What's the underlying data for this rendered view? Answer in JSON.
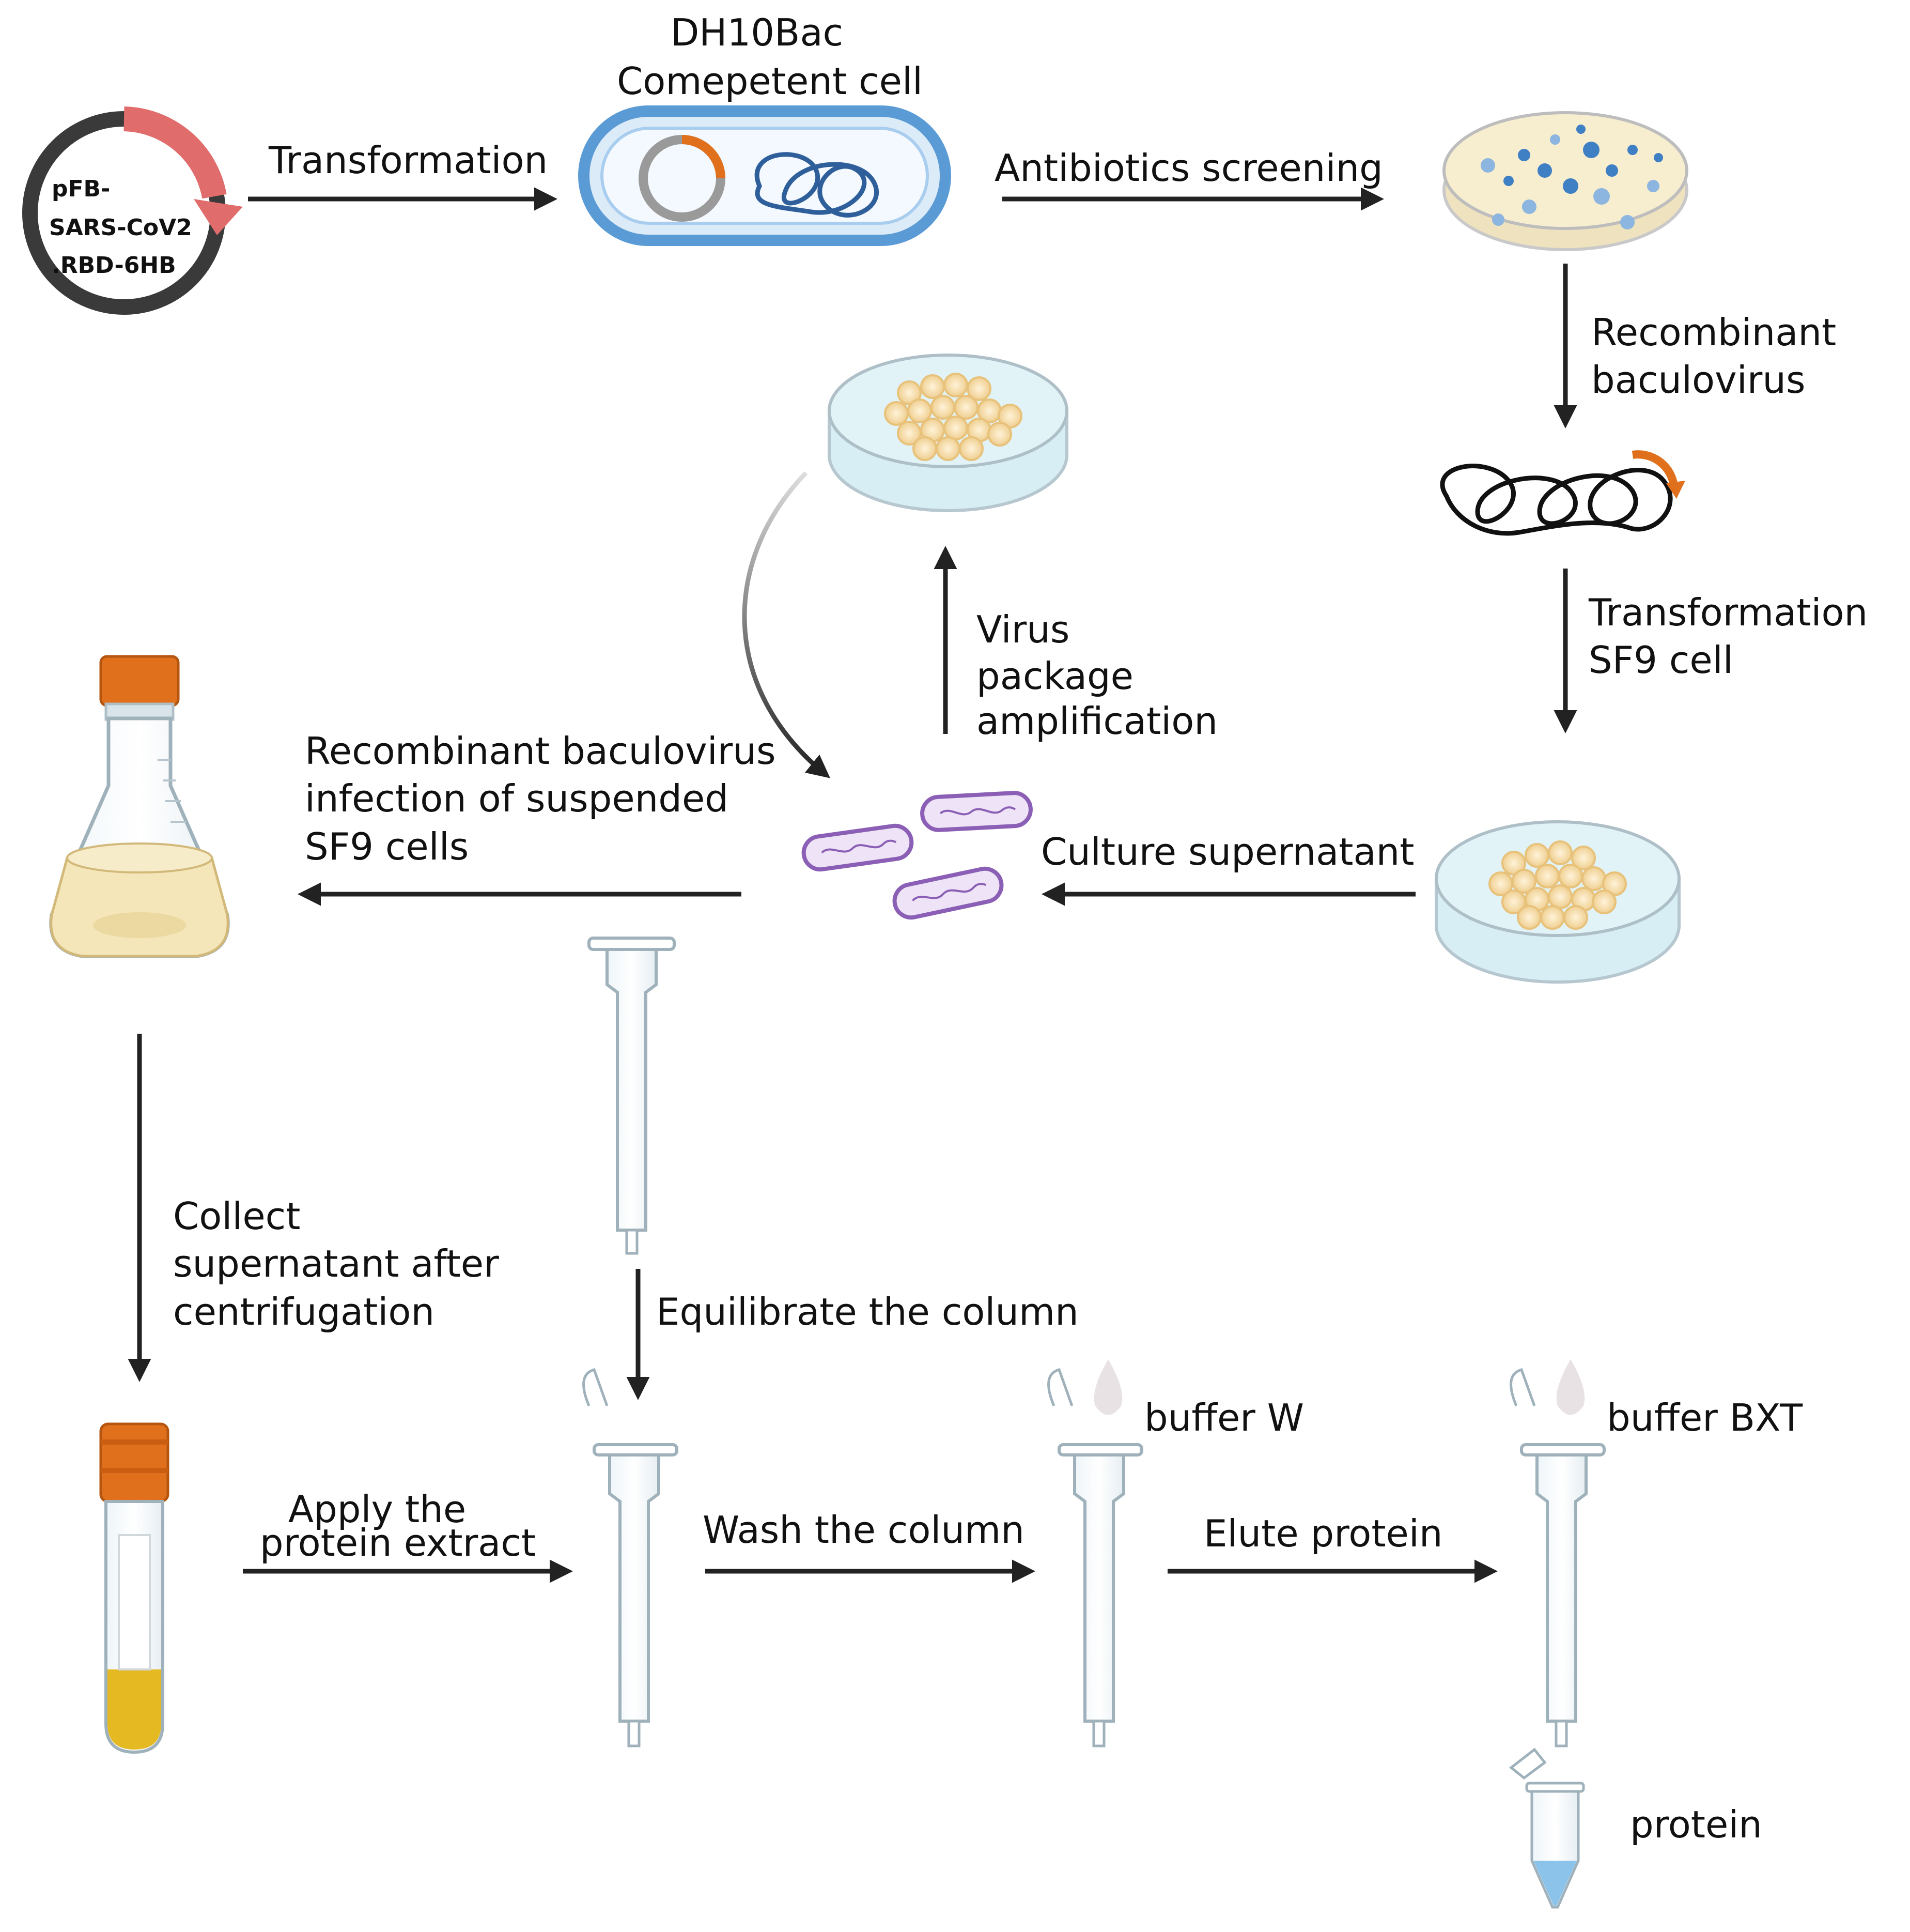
{
  "plasmid": {
    "line1": "pFB-",
    "line2": "SARS-CoV2",
    "line3": ".RBD-6HB"
  },
  "ecoli": {
    "title_line1": "DH10Bac",
    "title_line2": "Comepetent cell"
  },
  "steps": {
    "transformation_1": "Transformation",
    "antibiotics": "Antibiotics screening",
    "recombinant_line1": "Recombinant",
    "recombinant_line2": "baculovirus",
    "transformation_sf9_line1": "Transformation",
    "transformation_sf9_line2": "SF9 cell",
    "culture_supernatant": "Culture supernatant",
    "virus_line1": "Virus",
    "virus_line2": "package",
    "virus_line3": "amplification",
    "infection_line1": "Recombinant baculovirus",
    "infection_line2": "infection of suspended",
    "infection_line3": "SF9 cells",
    "collect_line1": "Collect",
    "collect_line2": "supernatant after",
    "collect_line3": "centrifugation",
    "equilibrate": "Equilibrate the column",
    "apply_line1": "Apply the",
    "apply_line2": "protein extract",
    "wash": "Wash the column",
    "elute": "Elute protein",
    "buffer_w": "buffer W",
    "buffer_bxt": "buffer BXT",
    "protein": "protein"
  },
  "colors": {
    "arrow": "#222222",
    "plasmid_ring": "#3a3a3a",
    "plasmid_insert": "#e06c6c",
    "cell_outline": "#5b9bd5",
    "cell_fill": "#dcebf8",
    "orange_cap": "#e0701c",
    "dish_fill": "#d7eef5",
    "colony": "#f6d9a6",
    "virus": "#9b6fc1",
    "liquid": "#f4e6b8",
    "tube_liquid": "#e4b922"
  }
}
